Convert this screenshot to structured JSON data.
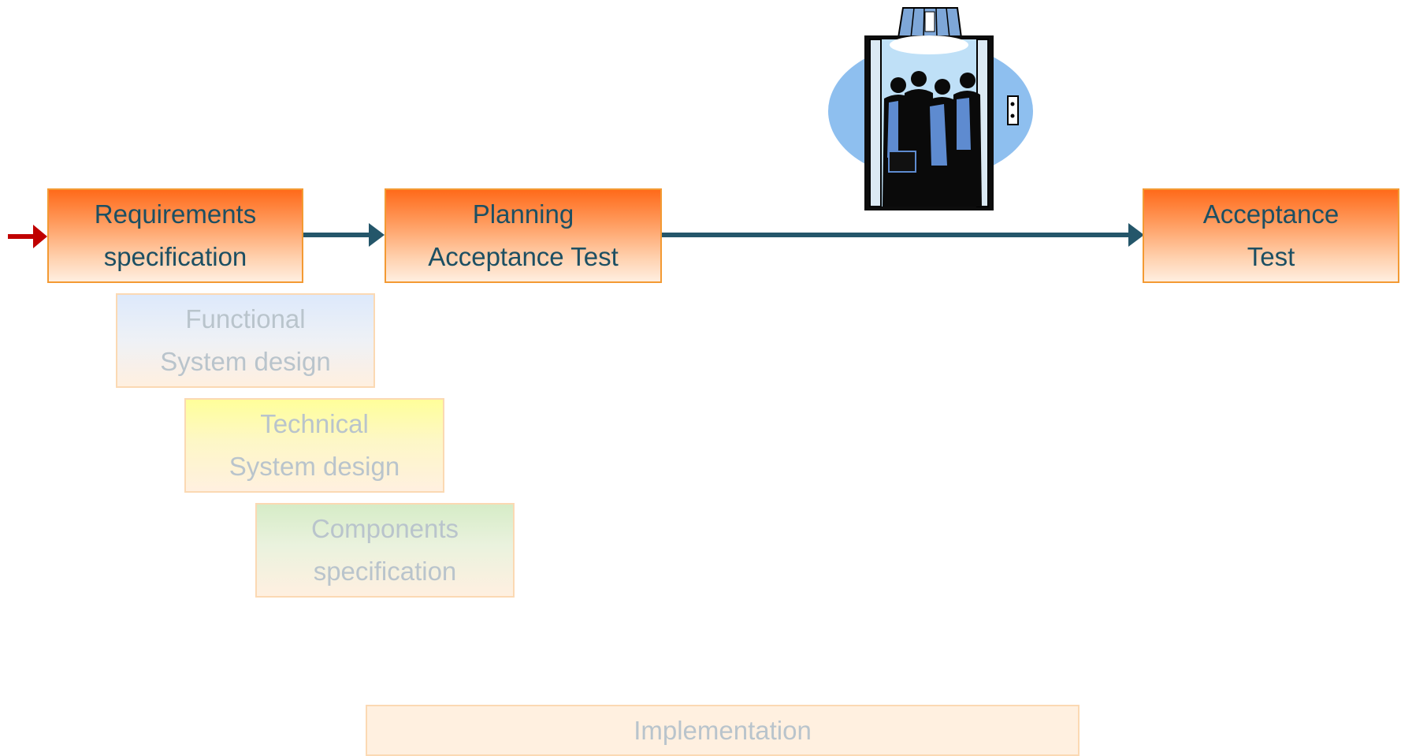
{
  "nodes": {
    "requirements": {
      "line1": "Requirements",
      "line2": "specification"
    },
    "planning": {
      "line1": "Planning",
      "line2": "Acceptance Test"
    },
    "acceptance": {
      "line1": "Acceptance",
      "line2": "Test"
    },
    "functional": {
      "line1": "Functional",
      "line2": "System design"
    },
    "technical": {
      "line1": "Technical",
      "line2": "System design"
    },
    "components": {
      "line1": "Components",
      "line2": "specification"
    },
    "implementation": {
      "line1": "Implementation"
    }
  },
  "colors": {
    "active_box_top": "#ff6a1a",
    "active_box_border": "#f39a33",
    "active_text": "#1c4f63",
    "faded_text": "#b9c4cc",
    "flow_arrow": "#24566a",
    "entry_arrow": "#c00000",
    "elevator_oval": "#8ebfef"
  },
  "illustration": {
    "icon": "elevator-with-people-icon"
  }
}
